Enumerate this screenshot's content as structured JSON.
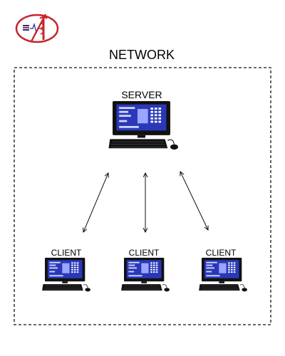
{
  "network": {
    "label": "NETWORK"
  },
  "server": {
    "label": "SERVER"
  },
  "clients": [
    {
      "label": "CLIENT"
    },
    {
      "label": "CLIENT"
    },
    {
      "label": "CLIENT"
    }
  ],
  "colors": {
    "logo_red": "#c8232c",
    "screen_blue": "#2a38b8",
    "device_black": "#111111"
  },
  "icons": [
    "medical-caduceus-logo-icon",
    "computer-icon"
  ]
}
